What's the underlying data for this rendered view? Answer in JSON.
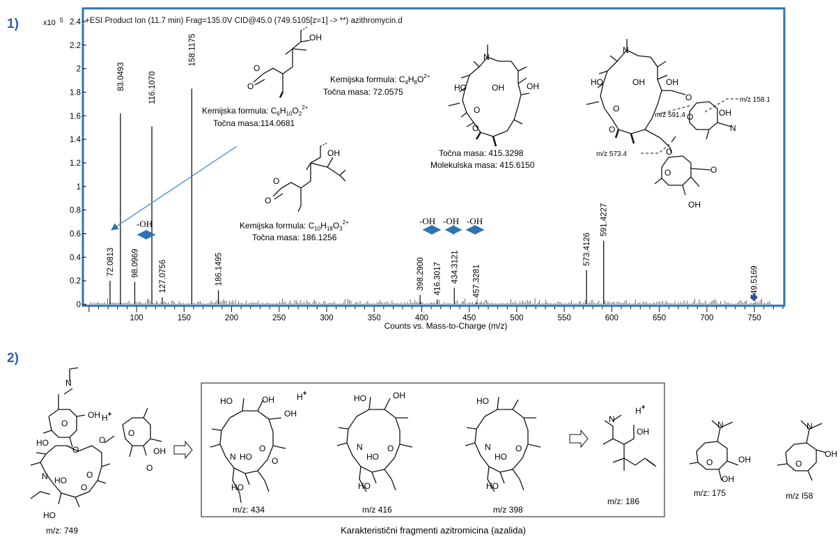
{
  "panel1_label": "1)",
  "panel2_label": "2)",
  "caption": "Karakteristični fragmenti azitromicina (azalida)",
  "colors": {
    "frame": "#2e74b5",
    "arrow": "#5b9bd5",
    "marker": "#2f4fa3",
    "label": "#2f5fb3"
  },
  "chart_data": {
    "type": "bar",
    "title": "+ESI Product Ion (11.7 min) Frag=135.0V CID@45.0 (749.5105[z=1] -> **) azithromycin.d",
    "xlabel": "Counts vs. Mass-to-Charge (m/z)",
    "y_multiplier": "x10",
    "y_exponent": "5",
    "xlim": [
      45,
      780
    ],
    "ylim": [
      0,
      2.5
    ],
    "x_ticks": [
      100,
      150,
      200,
      250,
      300,
      350,
      400,
      450,
      500,
      550,
      600,
      650,
      700,
      750
    ],
    "y_ticks": [
      0,
      0.2,
      0.4,
      0.6,
      0.8,
      1,
      1.2,
      1.4,
      1.6,
      1.8,
      2,
      2.2,
      2.4
    ],
    "y_tick_labels": [
      "0",
      "0.2",
      "0.4",
      "0.6",
      "0.8",
      "1",
      "1.2",
      "1.4",
      "1.6",
      "1.8",
      "2",
      "2.2",
      "2.4"
    ],
    "peaks": [
      {
        "mz": 72.0813,
        "label": "72.0813",
        "intensity": 0.2
      },
      {
        "mz": 83.0493,
        "label": "83.0493",
        "intensity": 1.62
      },
      {
        "mz": 98.0969,
        "label": "98.0969",
        "intensity": 0.19
      },
      {
        "mz": 116.107,
        "label": "116.1070",
        "intensity": 1.51
      },
      {
        "mz": 127.0756,
        "label": "127.0756",
        "intensity": 0.06
      },
      {
        "mz": 158.1175,
        "label": "158.1175",
        "intensity": 1.83
      },
      {
        "mz": 186.1495,
        "label": "186.1495",
        "intensity": 0.12
      },
      {
        "mz": 398.29,
        "label": "398.2900",
        "intensity": 0.08
      },
      {
        "mz": 416.3017,
        "label": "416.3017",
        "intensity": 0.04
      },
      {
        "mz": 434.3121,
        "label": "434.3121",
        "intensity": 0.14
      },
      {
        "mz": 457.3281,
        "label": "457.3281",
        "intensity": 0.02
      },
      {
        "mz": 573.4126,
        "label": "573.4126",
        "intensity": 0.29
      },
      {
        "mz": 591.4227,
        "label": "591.4227",
        "intensity": 0.54
      },
      {
        "mz": 749.5169,
        "label": "749.5169",
        "intensity": 0.01
      }
    ]
  },
  "annotations": {
    "c6_formula_prefix": "Kemijska formula: C",
    "c6_h": "H",
    "c6_o": "O",
    "c6_n1": "6",
    "c6_n2": "10",
    "c6_n3": "2",
    "c6_charge": "2+",
    "c6_mass": "Točna masa:114.0681",
    "c4_formula_prefix": "Kemijska formula: C",
    "c4_n1": "4",
    "c4_n2": "8",
    "c4_o": "O",
    "c4_charge": "2+",
    "c4_mass_label": "Točna",
    "c4_mass_value": " masa: 72.0575",
    "c10_formula_prefix": "Kemijska formula: C",
    "c10_n1": "10",
    "c10_n2": "18",
    "c10_n3": "3",
    "c10_charge": "2+",
    "c10_mass": "Točna masa: 186.1256",
    "macro_exact": "Točna masa: 415.3298",
    "macro_mol": "Molekulska masa: 415.6150",
    "oh_minus": "-OH",
    "mz158": "m/z 158.1",
    "mz591": "m/z 591.4",
    "mz573": "m/z 573.4"
  },
  "structure_text": {
    "oh": "OH",
    "ho": "HO",
    "n": "N",
    "o": "O",
    "hplus": "H",
    "plus": "+",
    "ome": "O",
    "dash": "—"
  },
  "fragments": [
    {
      "label": "m/z: 749"
    },
    {
      "label": "m/z: 434"
    },
    {
      "label": "m/z 416"
    },
    {
      "label": "m/z 398"
    },
    {
      "label": "m/z: 186"
    },
    {
      "label": "m/z: 175"
    },
    {
      "label": "m/z I58"
    }
  ]
}
